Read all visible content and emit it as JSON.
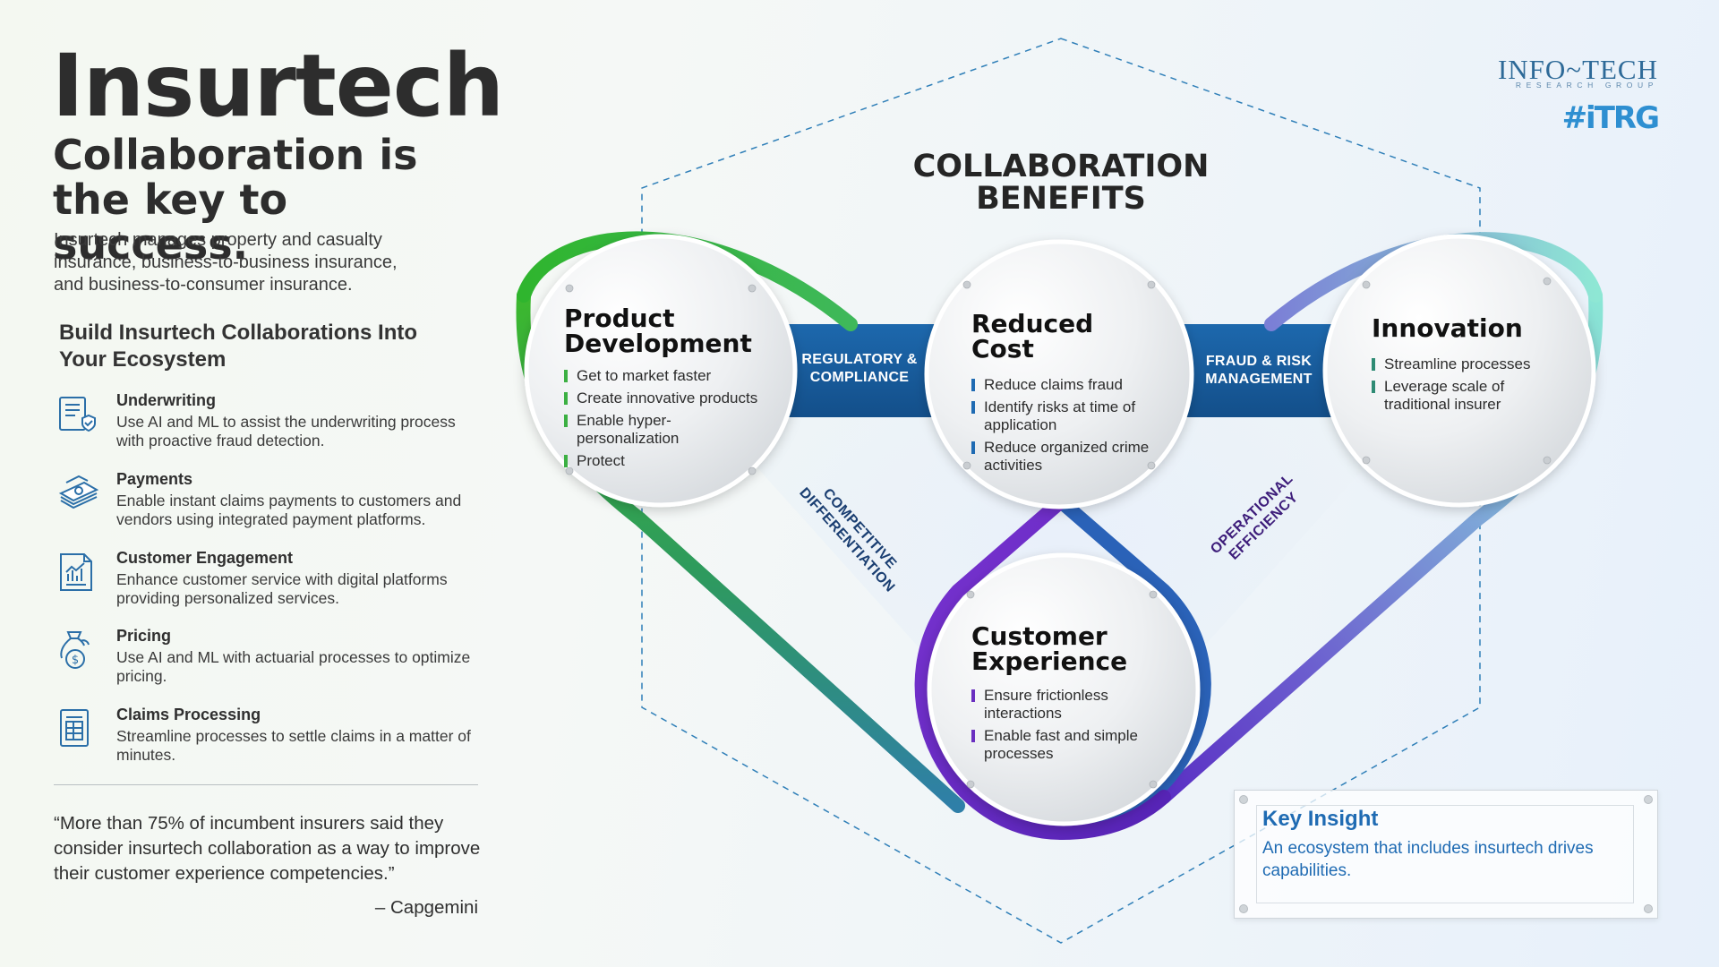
{
  "left_panel": {
    "title": "Insurtech",
    "subtitle": "Collaboration is the key to success.",
    "intro": "Insurtech manages property and casualty insurance, business-to-business insurance, and business-to-consumer insurance.",
    "section_heading": "Build Insurtech Collaborations Into Your Ecosystem",
    "items": [
      {
        "title": "Underwriting",
        "description": "Use AI and ML to assist the underwriting process with proactive fraud detection.",
        "icon": "document-check-icon"
      },
      {
        "title": "Payments",
        "description": "Enable instant claims payments to customers and vendors using integrated payment platforms.",
        "icon": "money-stack-icon"
      },
      {
        "title": "Customer Engagement",
        "description": "Enhance customer service with digital platforms providing personalized services.",
        "icon": "chart-document-icon"
      },
      {
        "title": "Pricing",
        "description": "Use AI and ML with actuarial processes to optimize pricing.",
        "icon": "money-bag-icon"
      },
      {
        "title": "Claims Processing",
        "description": "Streamline processes to settle claims in a matter of minutes.",
        "icon": "form-document-icon"
      }
    ],
    "quote": "“More than 75% of incumbent insurers said they consider insurtech collaboration as a way to improve their customer experience competencies.”",
    "quote_source": "– Capgemini"
  },
  "logo": {
    "name": "INFO~TECH",
    "subtitle": "RESEARCH GROUP",
    "tag": "#iTRG"
  },
  "diagram": {
    "title": "COLLABORATION BENEFITS",
    "circles": {
      "product_development": {
        "title": "Product Development",
        "bullets": [
          "Get to market faster",
          "Create innovative products",
          "Enable hyper-personalization",
          "Protect"
        ]
      },
      "reduced_cost": {
        "title": "Reduced Cost",
        "bullets": [
          "Reduce claims fraud",
          "Identify risks at time of application",
          "Reduce organized crime activities"
        ]
      },
      "innovation": {
        "title": "Innovation",
        "bullets": [
          "Streamline processes",
          "Leverage scale of traditional insurer"
        ]
      },
      "customer_experience": {
        "title": "Customer Experience",
        "bullets": [
          "Ensure frictionless interactions",
          "Enable fast and simple processes"
        ]
      }
    },
    "bands": {
      "regulatory": "REGULATORY & COMPLIANCE",
      "fraud": "FRAUD & RISK MANAGEMENT"
    },
    "diagonal_labels": {
      "competitive": "COMPETITIVE DIFFERENTIATION",
      "operational": "OPERATIONAL EFFICIENCY"
    }
  },
  "key_insight": {
    "title": "Key Insight",
    "text": "An ecosystem that includes insurtech drives capabilities."
  },
  "colors": {
    "green": "#3cb043",
    "blue": "#1f6bb3",
    "purple": "#6a2fc0",
    "teal": "#7fe0cf",
    "dark_text": "#2d2d2d"
  }
}
